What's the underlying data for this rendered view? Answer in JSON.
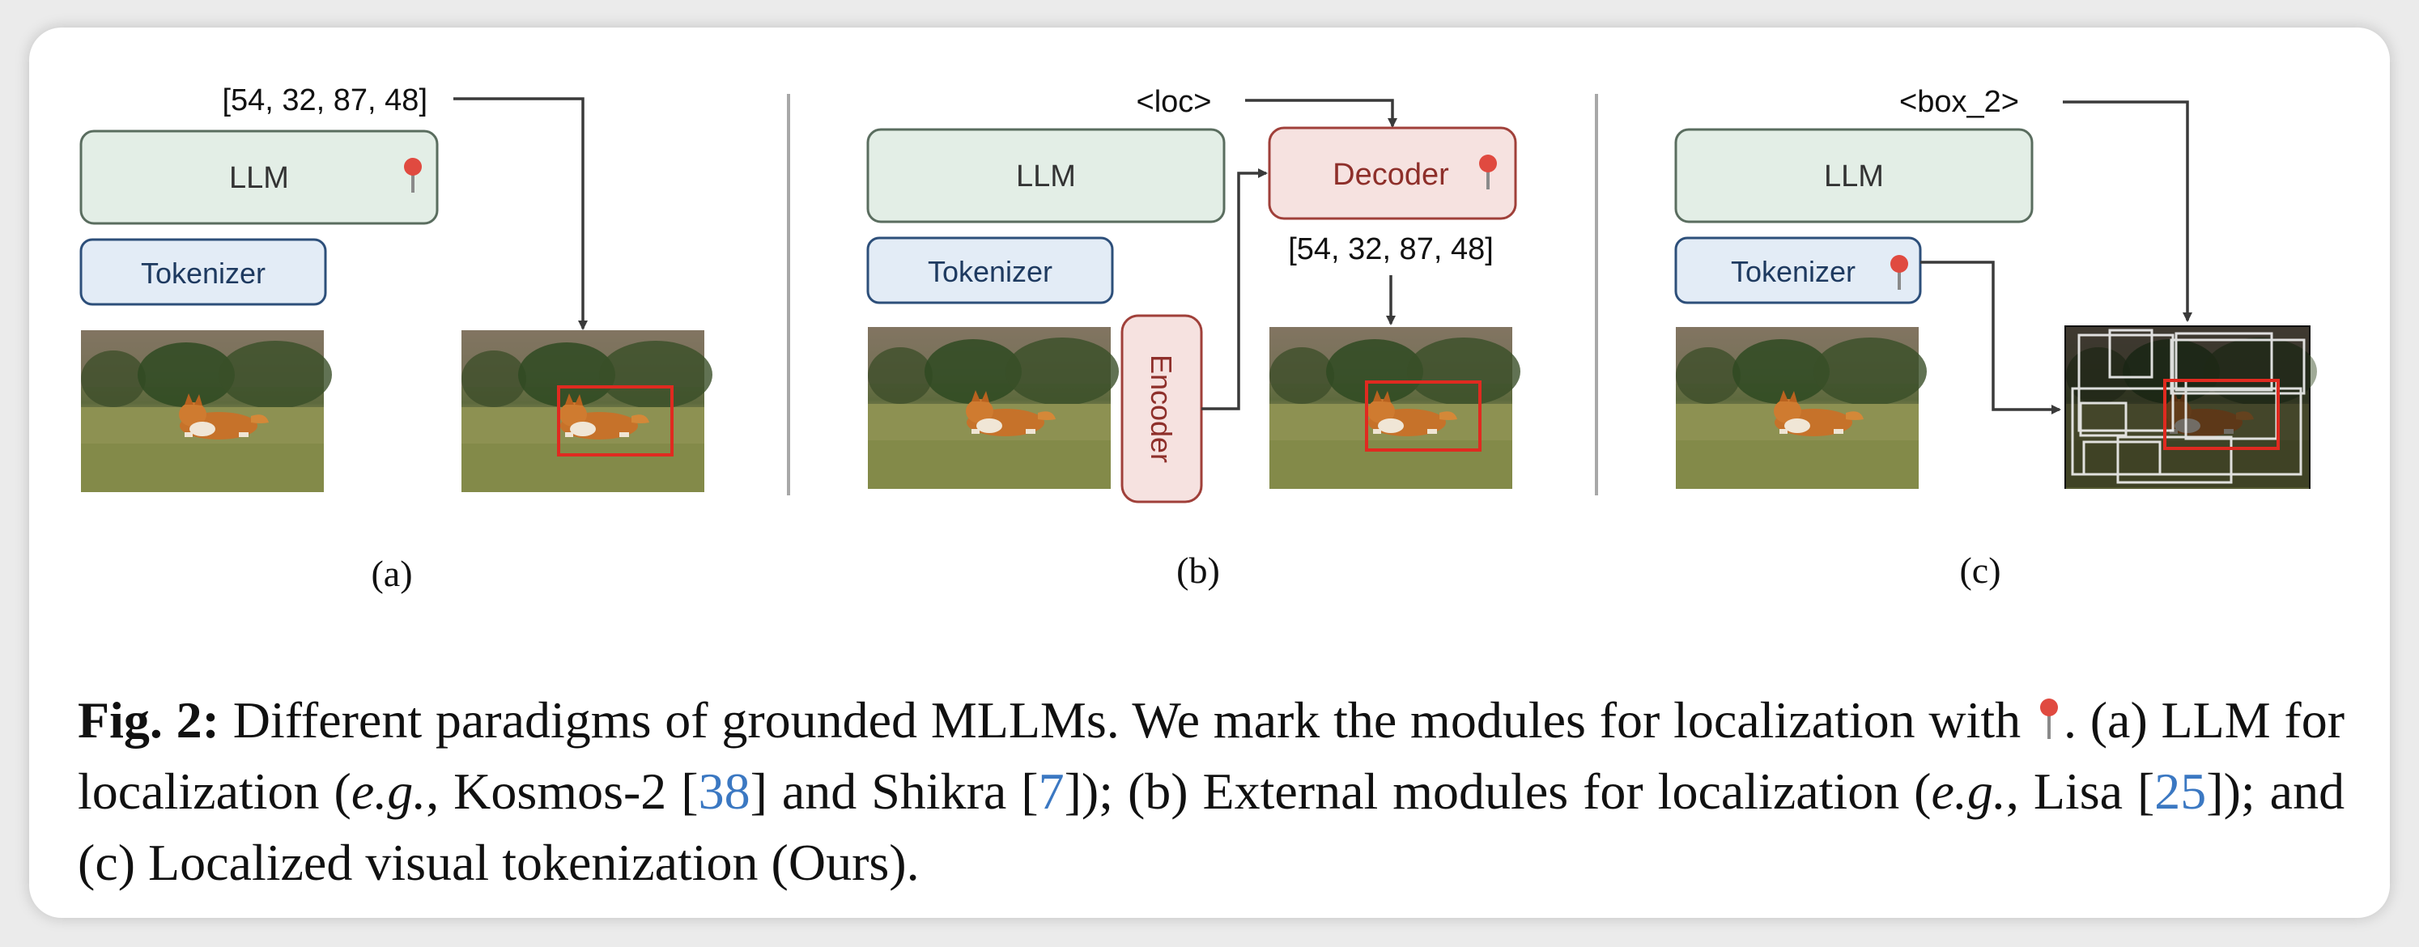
{
  "figure": {
    "panel_a": {
      "label": "(a)",
      "box_text": "[54, 32, 87, 48]",
      "llm": "LLM",
      "tokenizer": "Tokenizer"
    },
    "panel_b": {
      "label": "(b)",
      "loc_token": "<loc>",
      "llm": "LLM",
      "tokenizer": "Tokenizer",
      "decoder": "Decoder",
      "encoder": "Encoder",
      "box_text": "[54, 32, 87, 48]"
    },
    "panel_c": {
      "label": "(c)",
      "box_token": "<box_2>",
      "llm": "LLM",
      "tokenizer": "Tokenizer"
    },
    "colors": {
      "llm_fill": "#e3eee6",
      "tokenizer_fill": "#e3ecf6",
      "tokenizer_stroke": "#2d4f7a",
      "decoder_fill": "#f6e2e0",
      "decoder_stroke": "#a0403a",
      "pin": "#e04a40",
      "bbox_red": "#e02a20"
    }
  },
  "caption": {
    "fig_label": "Fig. 2:",
    "text1": " Different paradigms of grounded MLLMs. We mark the modules for localization with ",
    "text2": ". (a) LLM for localization (",
    "eg1": "e.g.",
    "text3": ", Kosmos-2 [",
    "ref1": "38",
    "text4": "] and Shikra [",
    "ref2": "7",
    "text5": "]); (b) External modules for localization (",
    "eg2": "e.g.",
    "text6": ", Lisa [",
    "ref3": "25",
    "text7": "]); and (c) Localized visual tokenization (Ours)."
  }
}
